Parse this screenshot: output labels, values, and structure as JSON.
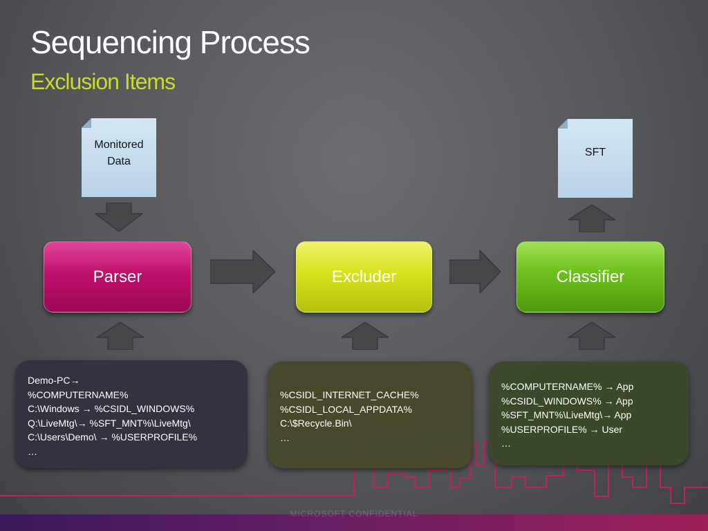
{
  "slide": {
    "title": "Sequencing Process",
    "subtitle": "Exclusion Items",
    "footer": "MICROSOFT CONFIDENTIAL"
  },
  "documents": {
    "monitored": {
      "label_lines": [
        "Monitored",
        "Data"
      ]
    },
    "sft": {
      "label": "SFT"
    }
  },
  "stages": {
    "parser": {
      "label": "Parser",
      "color": "#c0106a"
    },
    "excluder": {
      "label": "Excluder",
      "color": "#d6e31c"
    },
    "classifier": {
      "label": "Classifier",
      "color": "#6cc01a"
    }
  },
  "panels": {
    "parser": {
      "lines": [
        "Demo-PC→",
        "%COMPUTERNAME%",
        "C:\\Windows → %CSIDL_WINDOWS%",
        "Q:\\LiveMtg\\→ %SFT_MNT%\\LiveMtg\\",
        "C:\\Users\\Demo\\ → %USERPROFILE%",
        "…"
      ]
    },
    "excluder": {
      "lines": [
        "%CSIDL_INTERNET_CACHE%",
        "%CSIDL_LOCAL_APPDATA%",
        "C:\\$Recycle.Bin\\",
        "…"
      ]
    },
    "classifier": {
      "lines": [
        "%COMPUTERNAME% → App",
        "%CSIDL_WINDOWS% → App",
        "%SFT_MNT%\\LiveMtg\\→ App",
        "%USERPROFILE% → User",
        "…"
      ]
    }
  }
}
